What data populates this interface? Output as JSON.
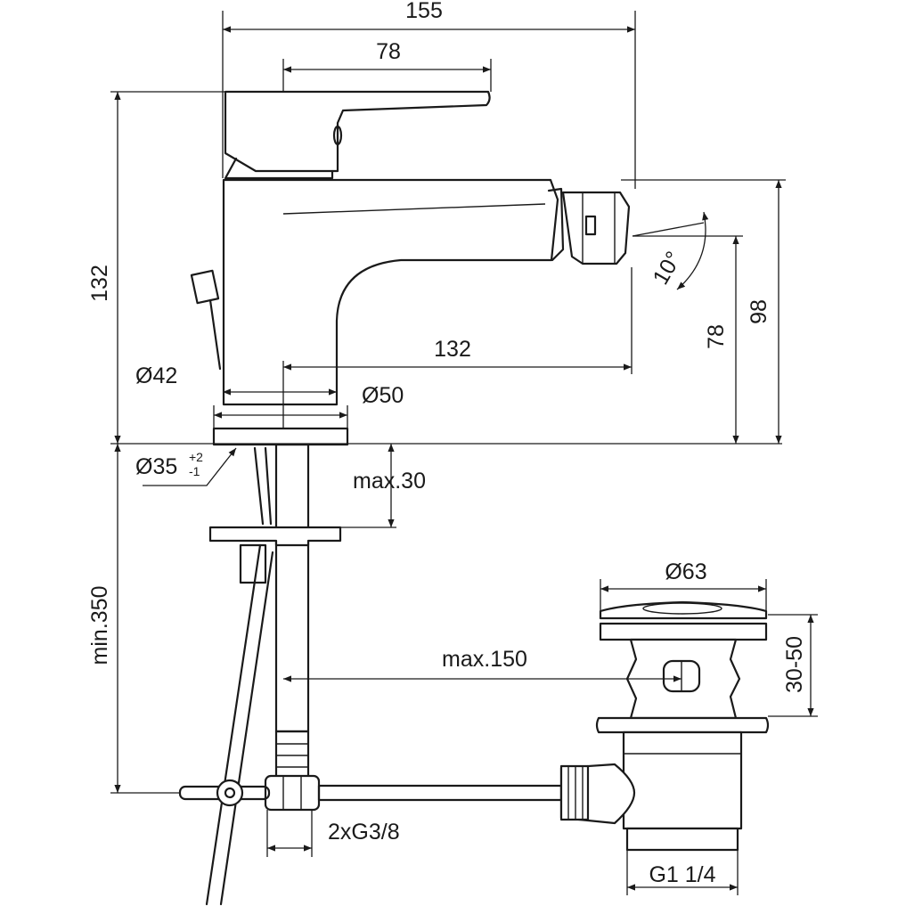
{
  "dimensions": {
    "overall_width": "155",
    "handle_width": "78",
    "spout_reach": "132",
    "total_height": "132",
    "outlet_height_78": "78",
    "outlet_height_98": "98",
    "tilt_angle": "10°",
    "base_dia_42": "Ø42",
    "base_dia_50": "Ø50",
    "hole_dia": "Ø35",
    "hole_tol_plus": "+2",
    "hole_tol_minus": "-1",
    "max_deck": "max.30",
    "min_hose": "min.350",
    "waste_dia": "Ø63",
    "waste_range": "30-50",
    "max_rod": "max.150",
    "connections": "2xG3/8",
    "waste_thread": "G1 1/4"
  },
  "colors": {
    "line": "#1a1a1a",
    "background": "#ffffff"
  }
}
